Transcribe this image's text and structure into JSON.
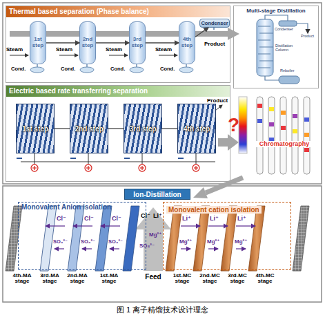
{
  "diagram": {
    "caption": "图 1 离子精馏技术设计理念",
    "nodes": [
      {
        "text": [
          "Thermal based separation (Phase balance)"
        ]
      },
      {
        "text": [
          "1st step"
        ],
        "in": 0
      },
      {
        "text": [
          "2nd step"
        ],
        "in": 0
      },
      {
        "text": [
          "3rd step"
        ],
        "in": 0
      },
      {
        "text": [
          "4th step"
        ],
        "in": 0
      },
      {
        "text": [
          "Condenser"
        ],
        "in": 0
      },
      {
        "text": [
          "Electric based rate transferring separation"
        ]
      },
      {
        "text": [
          "1st step"
        ],
        "in": 6
      },
      {
        "text": [
          "2nd step"
        ],
        "in": 6
      },
      {
        "text": [
          "3rd step"
        ],
        "in": 6
      },
      {
        "text": [
          "4th step"
        ],
        "in": 6
      },
      {
        "text": [
          "Multi-stage Distillation"
        ]
      },
      {
        "text": [
          "Ion-Distillation"
        ]
      },
      {
        "text": [
          "Monovalent Anion isolation"
        ]
      },
      {
        "text": [
          "Monovalent cation isolation"
        ]
      }
    ],
    "edges": [
      {
        "from": 1,
        "to": 2,
        "arrow": "to"
      },
      {
        "from": 2,
        "to": 3,
        "arrow": "to"
      },
      {
        "from": 3,
        "to": 4,
        "arrow": "to"
      },
      {
        "from": 4,
        "to": 5,
        "arrow": "to"
      },
      {
        "from": 7,
        "to": 8,
        "arrow": "none"
      },
      {
        "from": 8,
        "to": 9,
        "arrow": "none"
      },
      {
        "from": 9,
        "to": 10,
        "arrow": "none"
      }
    ],
    "labels": [
      "Steam",
      "Cond.",
      "Steam",
      "Cond.",
      "Steam",
      "Cond.",
      "Steam",
      "Cond.",
      "Product",
      "Product",
      "Condenser",
      "Product",
      "Distillation Column",
      "Reboiler",
      "?",
      "Chromatography",
      "Cl⁻",
      "Cl⁻",
      "Cl⁻",
      "SO₄²⁻",
      "SO₄²⁻",
      "SO₄²⁻",
      "Cl⁻",
      "Li⁺",
      "Mg²⁺",
      "SO₄²⁻",
      "Li⁺",
      "Li⁺",
      "Li⁺",
      "Mg²⁺",
      "Mg²⁺",
      "Mg²⁺",
      "4th-MA stage",
      "3rd-MA stage",
      "2nd-MA stage",
      "1st-MA stage",
      "Feed",
      "1st-MC stage",
      "2nd-MC stage",
      "3rd-MC stage",
      "4th-MC stage"
    ]
  }
}
